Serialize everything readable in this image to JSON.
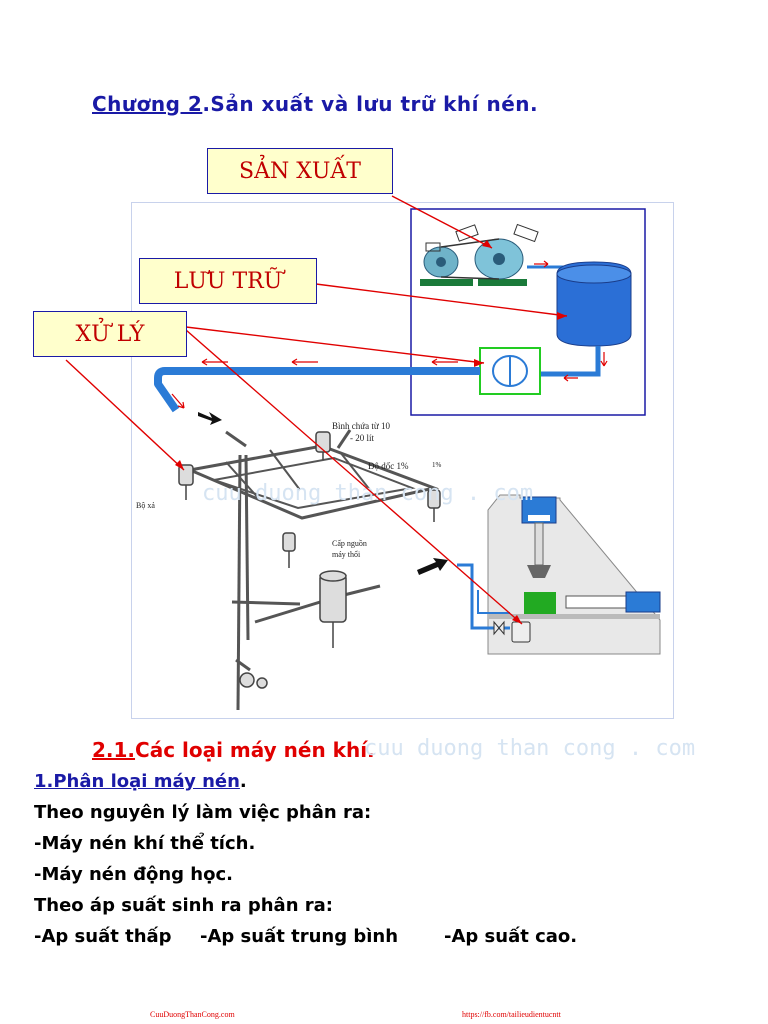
{
  "heading": {
    "number": "Chương 2",
    "title": ".Sản xuất và lưu trữ khí nén."
  },
  "diagram": {
    "labels": {
      "production": "SẢN XUẤT",
      "storage": "LƯU TRỮ",
      "processing": "XỬ LÝ"
    },
    "annotations": {
      "tank_line1": "Bình chứa từ 10",
      "tank_line2": "- 20 lít",
      "slope": "Độ dốc 1%",
      "slope_pct": "1%",
      "supply_line1": "Cấp nguồn",
      "supply_line2": "máy thổi",
      "filter": "Bộ xả"
    },
    "watermark": "cuu duong than cong . com",
    "colors": {
      "pipe": "#2b7bd6",
      "arrow": "#e00000",
      "label_border": "#1a1aa6",
      "label_fill": "#ffffcc",
      "label_text": "#c00000"
    }
  },
  "section": {
    "number": "2.1.",
    "title": "Các loại máy nén khí."
  },
  "subsection": {
    "title": "1.Phân loại máy nén",
    "period": "."
  },
  "body_lines": [
    "Theo nguyên lý làm việc phân ra:",
    "-Máy nén khí thể tích.",
    "-Máy nén động học.",
    "Theo áp suất sinh ra phân ra:"
  ],
  "pressure": {
    "low": "-Ap suất thấp",
    "medium": "-Ap suất trung bình",
    "high": "-Ap suất cao."
  },
  "watermark_text": "cuu duong than cong . com",
  "footer": {
    "left": "CuuDuongThanCong.com",
    "right": "https://fb.com/tailieudientucntt"
  }
}
